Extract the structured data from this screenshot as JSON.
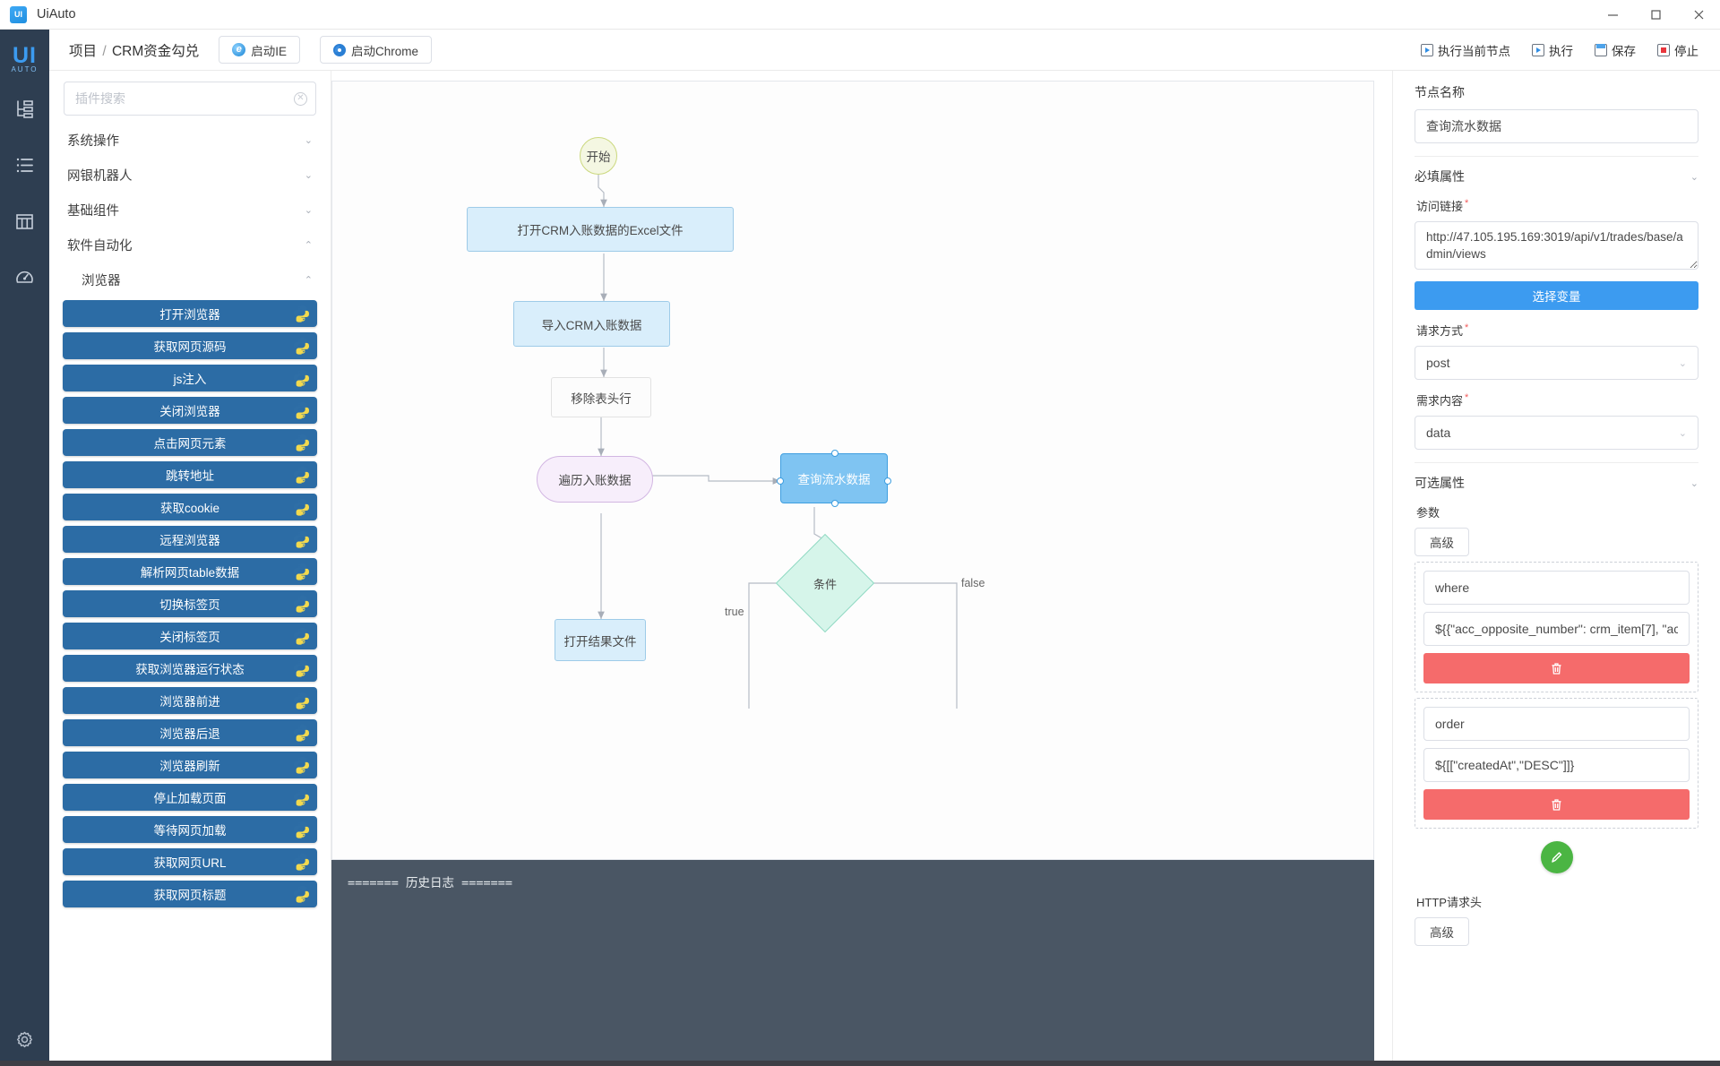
{
  "window": {
    "app_title": "UiAuto",
    "logo_text": "UI",
    "minimize": "minimize-icon",
    "maximize": "maximize-icon",
    "close": "close-icon"
  },
  "rail": {
    "logo_main": "UI",
    "logo_sub": "AUTO",
    "items": [
      {
        "icon": "sitemap-icon"
      },
      {
        "icon": "list-icon"
      },
      {
        "icon": "table-icon"
      },
      {
        "icon": "dashboard-icon"
      }
    ],
    "bottom": {
      "icon": "gear-icon"
    }
  },
  "header": {
    "breadcrumb_project": "项目",
    "breadcrumb_sep": "/",
    "breadcrumb_name": "CRM资金勾兑",
    "launch_ie": "启动IE",
    "launch_chrome": "启动Chrome",
    "actions": [
      {
        "label": "执行当前节点",
        "icon": "play-box-icon"
      },
      {
        "label": "执行",
        "icon": "play-box-icon"
      },
      {
        "label": "保存",
        "icon": "save-icon"
      },
      {
        "label": "停止",
        "icon": "stop-icon"
      }
    ]
  },
  "plugin_panel": {
    "search_placeholder": "插件搜索",
    "search_value": "",
    "tree": [
      {
        "label": "系统操作",
        "level": 1,
        "expanded": false
      },
      {
        "label": "网银机器人",
        "level": 1,
        "expanded": false
      },
      {
        "label": "基础组件",
        "level": 1,
        "expanded": false
      },
      {
        "label": "软件自动化",
        "level": 1,
        "expanded": true
      },
      {
        "label": "浏览器",
        "level": 2,
        "expanded": true
      }
    ],
    "plugins": [
      "打开浏览器",
      "获取网页源码",
      "js注入",
      "关闭浏览器",
      "点击网页元素",
      "跳转地址",
      "获取cookie",
      "远程浏览器",
      "解析网页table数据",
      "切换标签页",
      "关闭标签页",
      "获取浏览器运行状态",
      "浏览器前进",
      "浏览器后退",
      "浏览器刷新",
      "停止加载页面",
      "等待网页加载",
      "获取网页URL",
      "获取网页标题"
    ]
  },
  "canvas": {
    "nodes": [
      {
        "id": "start",
        "label": "开始",
        "type": "start"
      },
      {
        "id": "openxls",
        "label": "打开CRM入账数据的Excel文件",
        "type": "blue"
      },
      {
        "id": "import",
        "label": "导入CRM入账数据",
        "type": "blue"
      },
      {
        "id": "rmhdr",
        "label": "移除表头行",
        "type": "white"
      },
      {
        "id": "loop",
        "label": "遍历入账数据",
        "type": "purple"
      },
      {
        "id": "query",
        "label": "查询流水数据",
        "type": "selected"
      },
      {
        "id": "cond",
        "label": "条件",
        "type": "diamond"
      },
      {
        "id": "openres",
        "label": "打开结果文件",
        "type": "blue"
      }
    ],
    "edge_labels": {
      "true": "true",
      "false": "false"
    }
  },
  "log": {
    "lines": [
      "======= 历史日志 ======="
    ]
  },
  "properties": {
    "node_name_label": "节点名称",
    "node_name_value": "查询流水数据",
    "required_section": "必填属性",
    "url_label": "访问链接",
    "url_value": "http://47.105.195.169:3019/api/v1/trades/base/admin/views",
    "select_variable_button": "选择变量",
    "method_label": "请求方式",
    "method_value": "post",
    "content_label": "需求内容",
    "content_value": "data",
    "optional_section": "可选属性",
    "params_label": "参数",
    "advanced_button": "高级",
    "params": [
      {
        "key_value": "where",
        "val_value": "${{\"acc_opposite_number\": crm_item[7], \"ac"
      },
      {
        "key_value": "order",
        "val_value": "${[[\"createdAt\",\"DESC\"]]}"
      }
    ],
    "delete_icon": "trash-icon",
    "add_icon": "add-icon",
    "headers_label": "HTTP请求头",
    "headers_advanced_button": "高级"
  },
  "colors": {
    "accent": "#3c9bf0",
    "rail_bg": "#2e3e51",
    "plugin_btn": "#2c6ca5",
    "danger": "#f56b6b",
    "success": "#4bb543",
    "log_bg": "#4a5664",
    "node_selected": "#7fc4f2"
  }
}
